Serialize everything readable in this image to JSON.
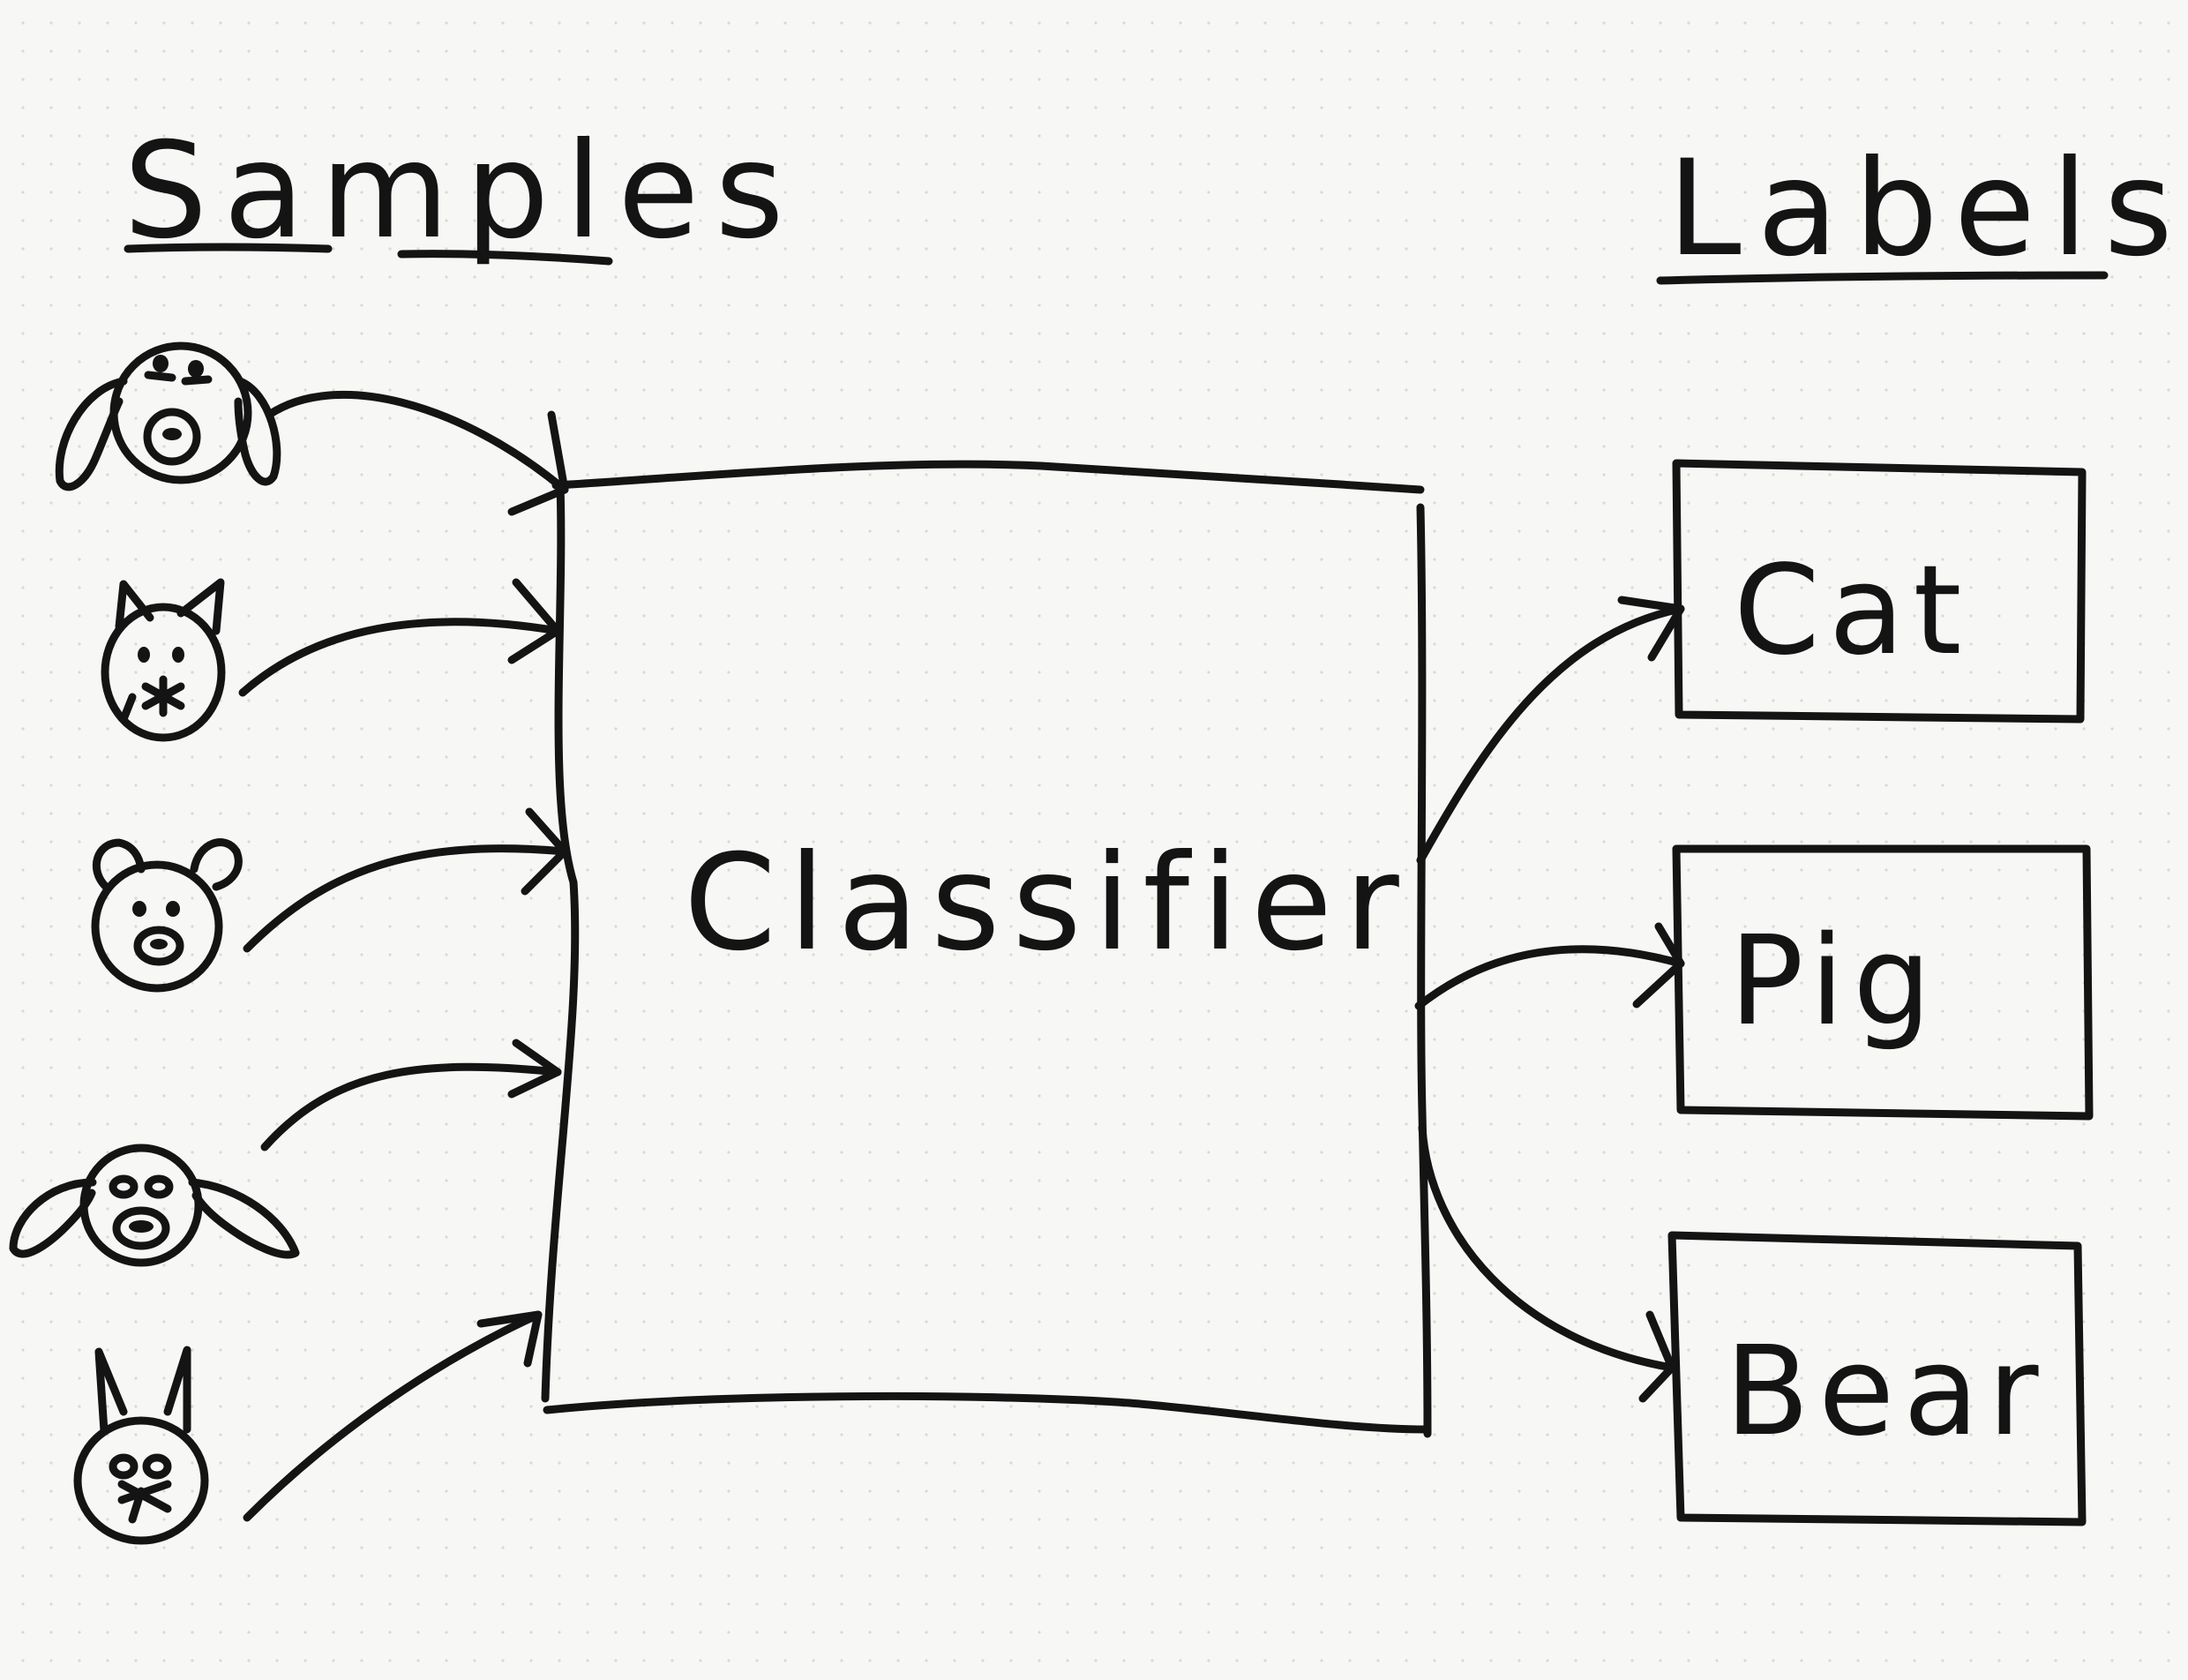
{
  "diagram": {
    "samples_heading": "Samples",
    "labels_heading": "Labels",
    "classifier_label": "Classifier",
    "samples": [
      {
        "icon": "dog-face-icon"
      },
      {
        "icon": "cat-face-icon"
      },
      {
        "icon": "bear-face-icon"
      },
      {
        "icon": "pig-face-icon"
      },
      {
        "icon": "cat-face-icon"
      }
    ],
    "labels": [
      {
        "text": "Cat"
      },
      {
        "text": "Pig"
      },
      {
        "text": "Bear"
      }
    ],
    "ink_color": "#141414",
    "paper_color": "#f7f7f5"
  }
}
